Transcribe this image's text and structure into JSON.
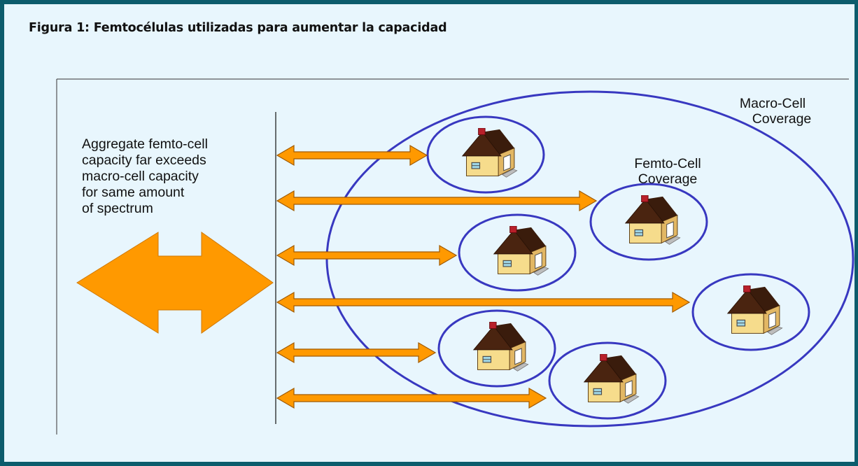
{
  "figure": {
    "title": "Figura 1: Femtocélulas utilizadas para aumentar la capacidad"
  },
  "diagram": {
    "aggregate_text": [
      "Aggregate femto-cell",
      "capacity far exceeds",
      "macro-cell capacity",
      "for same amount",
      "of spectrum"
    ],
    "macro_label": [
      "Macro-Cell",
      "Coverage"
    ],
    "femto_label": [
      "Femto-Cell",
      "Coverage"
    ],
    "femto_cell_count": 6,
    "colors": {
      "frame_border": "#0c5c6c",
      "background": "#e8f6fd",
      "arrow_fill": "#ff9900",
      "arrow_stroke": "#a05a00",
      "coverage_ring": "#3838c0",
      "house_wall": "#f6dc8c",
      "house_roof": "#4a2410",
      "house_chimney": "#b8202a"
    }
  }
}
